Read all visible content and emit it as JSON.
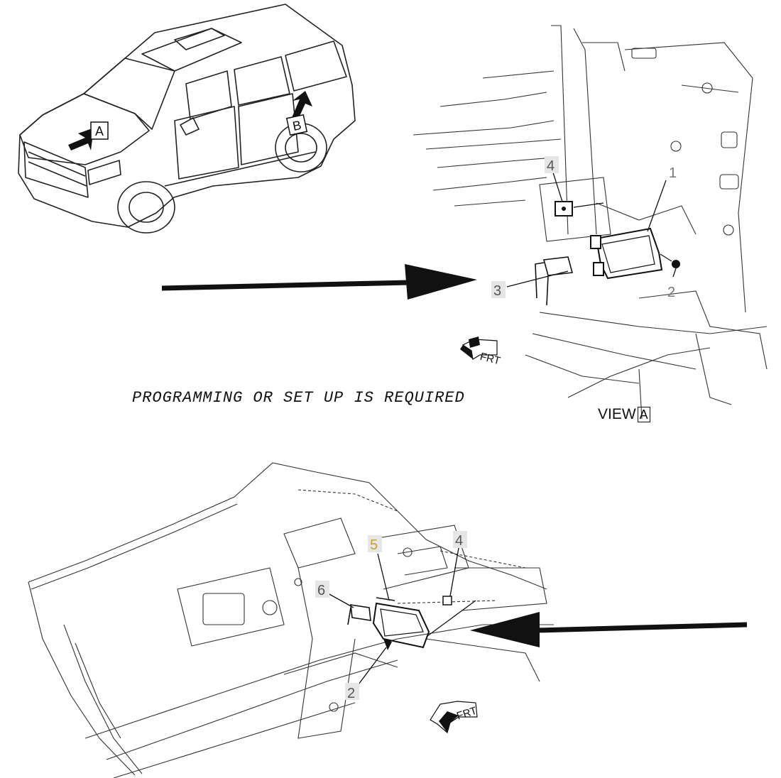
{
  "vehicle_view": {
    "marker_a": "A",
    "marker_b": "B"
  },
  "view_a": {
    "callouts": [
      "1",
      "2",
      "3",
      "4"
    ],
    "front_label": "FRT",
    "view_word": "VIEW",
    "view_letter": "A"
  },
  "note": "PROGRAMMING OR SET UP IS REQUIRED",
  "rear_view": {
    "callouts": [
      "2",
      "4",
      "5",
      "6"
    ],
    "front_label": "FRT"
  },
  "colors": {
    "line": "#1a1a1a",
    "callout_gray": "#777777",
    "callout_highlight": "#c9a227"
  }
}
